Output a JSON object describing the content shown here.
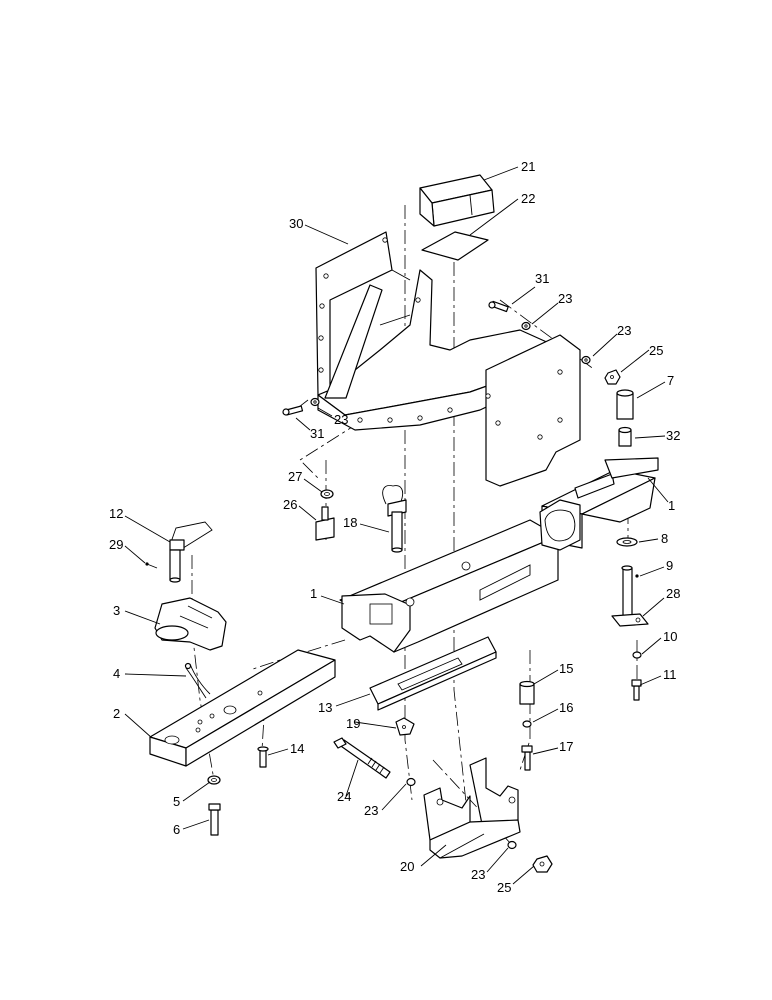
{
  "callouts": [
    {
      "id": "c21",
      "label": "21"
    },
    {
      "id": "c22",
      "label": "22"
    },
    {
      "id": "c30",
      "label": "30"
    },
    {
      "id": "c31a",
      "label": "31"
    },
    {
      "id": "c23a",
      "label": "23"
    },
    {
      "id": "c23b",
      "label": "23"
    },
    {
      "id": "c25a",
      "label": "25"
    },
    {
      "id": "c7",
      "label": "7"
    },
    {
      "id": "c32",
      "label": "32"
    },
    {
      "id": "c31b",
      "label": "31"
    },
    {
      "id": "c23c",
      "label": "23"
    },
    {
      "id": "c1a",
      "label": "1"
    },
    {
      "id": "c27",
      "label": "27"
    },
    {
      "id": "c26",
      "label": "26"
    },
    {
      "id": "c18",
      "label": "18"
    },
    {
      "id": "c12",
      "label": "12"
    },
    {
      "id": "c29",
      "label": "29"
    },
    {
      "id": "c8",
      "label": "8"
    },
    {
      "id": "c9",
      "label": "9"
    },
    {
      "id": "c28",
      "label": "28"
    },
    {
      "id": "c1b",
      "label": "1"
    },
    {
      "id": "c3",
      "label": "3"
    },
    {
      "id": "c10",
      "label": "10"
    },
    {
      "id": "c4",
      "label": "4"
    },
    {
      "id": "c15",
      "label": "15"
    },
    {
      "id": "c11",
      "label": "11"
    },
    {
      "id": "c13",
      "label": "13"
    },
    {
      "id": "c2",
      "label": "2"
    },
    {
      "id": "c16",
      "label": "16"
    },
    {
      "id": "c19",
      "label": "19"
    },
    {
      "id": "c14",
      "label": "14"
    },
    {
      "id": "c17",
      "label": "17"
    },
    {
      "id": "c5",
      "label": "5"
    },
    {
      "id": "c24",
      "label": "24"
    },
    {
      "id": "c23d",
      "label": "23"
    },
    {
      "id": "c6",
      "label": "6"
    },
    {
      "id": "c20",
      "label": "20"
    },
    {
      "id": "c23e",
      "label": "23"
    },
    {
      "id": "c25b",
      "label": "25"
    }
  ]
}
